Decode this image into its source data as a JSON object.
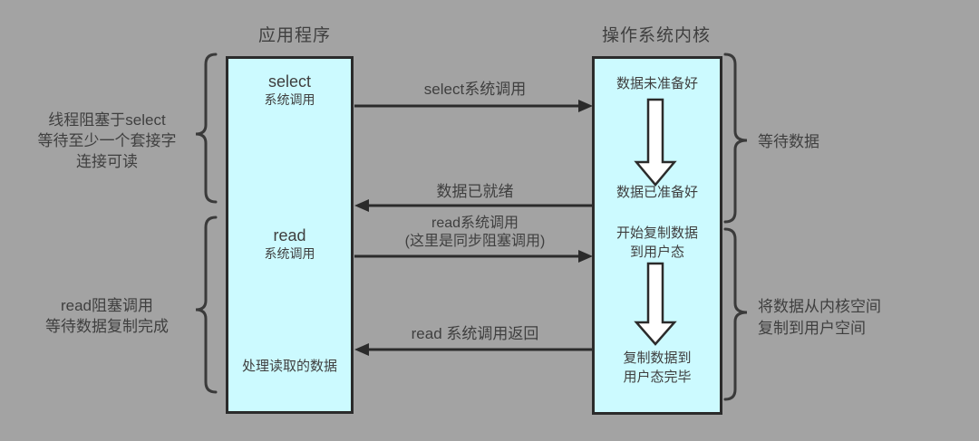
{
  "colors": {
    "bg": "#a3a3a3",
    "box_fill": "#ccfaff",
    "line": "#2b2b2b",
    "brace": "#3a3a3a",
    "text": "#3f3f3f",
    "arrow_fill": "#ffffff"
  },
  "titles": {
    "application": "应用程序",
    "kernel": "操作系统内核"
  },
  "app_box": {
    "select_call": {
      "line1": "select",
      "line2": "系统调用"
    },
    "read_call": {
      "line1": "read",
      "line2": "系统调用"
    },
    "process_data": "处理读取的数据"
  },
  "kernel_box": {
    "data_not_ready": "数据未准备好",
    "data_ready": "数据已准备好",
    "copy_start": {
      "line1": "开始复制数据",
      "line2": "到用户态"
    },
    "copy_done": {
      "line1": "复制数据到",
      "line2": "用户态完毕"
    }
  },
  "icons": {
    "kernel_progress": "down-arrow-icon",
    "annotation_bracket": "curly-brace-icon"
  },
  "arrows": {
    "select_call": {
      "label": "select系统调用",
      "direction": "right"
    },
    "data_ready": {
      "label": "数据已就绪",
      "direction": "left"
    },
    "read_call": {
      "label": "read系统调用",
      "label2": "(这里是同步阻塞调用)",
      "direction": "right"
    },
    "read_return": {
      "label": "read 系统调用返回",
      "direction": "left"
    }
  },
  "annotations": {
    "left_select": {
      "line1": "线程阻塞于select",
      "line2": "等待至少一个套接字",
      "line3": "连接可读"
    },
    "left_read": {
      "line1": "read阻塞调用",
      "line2": "等待数据复制完成"
    },
    "right_wait": {
      "line1": "等待数据"
    },
    "right_copy": {
      "line1": "将数据从内核空间",
      "line2": "复制到用户空间"
    }
  }
}
